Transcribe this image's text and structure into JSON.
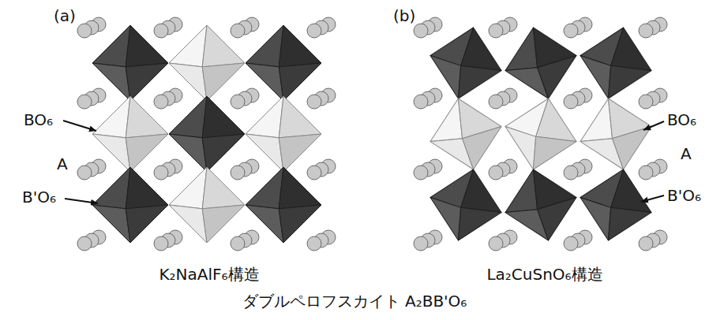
{
  "diagram": {
    "caption": "ダブルペロフスカイト A₂BB'O₆",
    "labels": [
      "(a)",
      "BO₆",
      "A",
      "B'O₆",
      "K₂NaAlF₆構造",
      "(b)",
      "BO₆",
      "A",
      "B'O₆",
      "La₂CuSnO₆構造"
    ]
  }
}
